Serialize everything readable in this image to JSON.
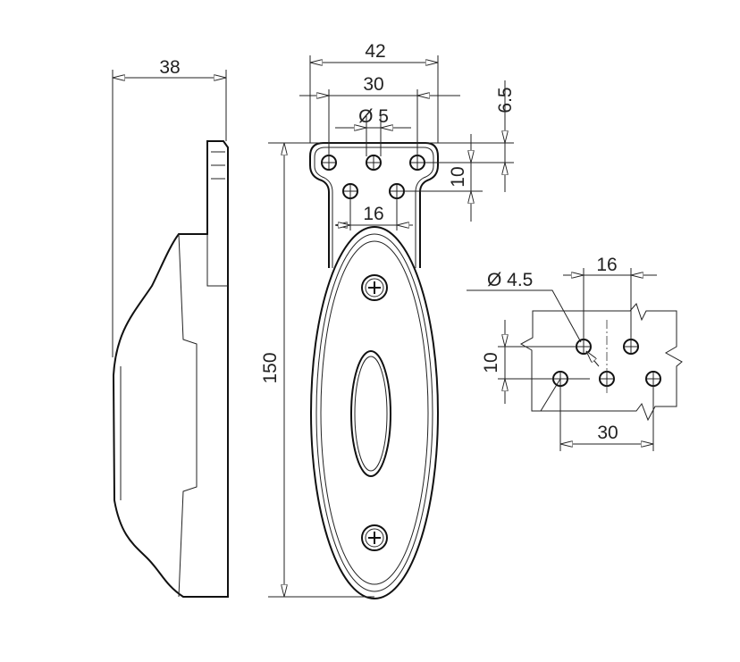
{
  "side_view": {
    "width_dim": "38"
  },
  "front_view": {
    "bracket_width": "42",
    "outer_hole_spacing": "30",
    "hole_diameter": "Ø 5",
    "top_offset": "6.5",
    "row_spacing": "10",
    "inner_hole_spacing": "16",
    "height": "150"
  },
  "hole_pattern": {
    "hole_diameter": "Ø 4.5",
    "top_spacing": "16",
    "row_spacing": "10",
    "bottom_spacing": "30"
  }
}
